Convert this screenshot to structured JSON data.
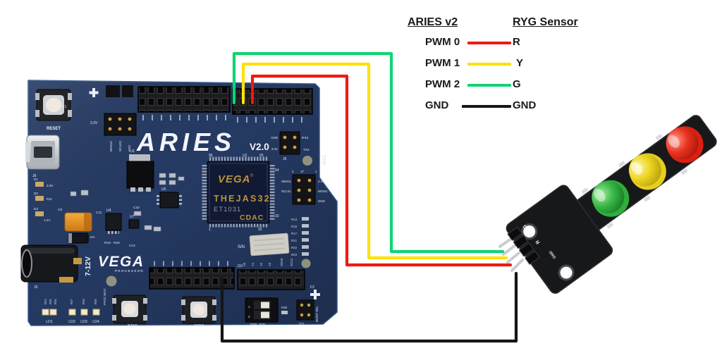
{
  "colors": {
    "background": "#ffffff",
    "pcb_navy": "#253a63",
    "header_black": "#1b1b1e",
    "silkscreen": "#e8eef8",
    "chip_gold": "#bb923c",
    "sensor_pcb": "#17181a"
  },
  "legend": {
    "left_header": "ARIES v2",
    "right_header": "RYG Sensor",
    "rows": [
      {
        "left": "PWM 0",
        "right": "R",
        "color": "#f01912"
      },
      {
        "left": "PWM 1",
        "right": "Y",
        "color": "#ffe10a"
      },
      {
        "left": "PWM 2",
        "right": "G",
        "color": "#0fd474"
      },
      {
        "left": "GND",
        "right": "GND",
        "color": "#161616"
      }
    ]
  },
  "wires": [
    {
      "signal": "PWM 0",
      "connects_to": "R",
      "color": "#f01912"
    },
    {
      "signal": "PWM 1",
      "connects_to": "Y",
      "color": "#ffe10a"
    },
    {
      "signal": "PWM 2",
      "connects_to": "G",
      "color": "#0fd474"
    },
    {
      "signal": "GND",
      "connects_to": "GND",
      "color": "#161616"
    }
  ],
  "board": {
    "logo": "ARIES",
    "logo_version": "V2.0",
    "vega_logo": "VEGA",
    "vega_logo_sub": "PROCESSOR",
    "power_label": "7-12V",
    "chip": {
      "ref": "U2",
      "brand": "VEGA",
      "reg": "®",
      "name": "THEJAS32",
      "part": "ET1031",
      "maker": "CDAC",
      "pin_96": "96",
      "pin_65": "65",
      "pin_64": "64",
      "pin_33": "33",
      "pin_1": "1",
      "pin_32": "32"
    },
    "labels": {
      "reset": "RESET",
      "f1": "F1",
      "f2": "F2",
      "miso2": "MISO2",
      "sclk2": "SCLK2",
      "ss2": "SS2",
      "j1_v33": "3.3V",
      "u1": "U1",
      "u4": "U4",
      "u5": "U5",
      "u7": "U7",
      "c9": "C9",
      "c10": "C10",
      "c11": "C11",
      "c12": "C12",
      "d4": "D4",
      "r19": "R19",
      "r20": "R20",
      "d1": "D1",
      "d2": "D2",
      "d3": "D3",
      "d1_v": "3.3V",
      "d2_r": "R11",
      "d3_v": "1.2V",
      "j8": "J8",
      "j9": "J9",
      "j5": "J5",
      "rx2": "RX2",
      "tx2": "TX2",
      "j5_gnd": "GND",
      "j5_v33": "3.3V",
      "top": "TOP",
      "j7": "J7",
      "j7_pin2": "2",
      "j7_pin1": "1",
      "miso1": "MISO1",
      "sclk1": "SCLK1",
      "mosi1": "MOSI1",
      "j7_v33": "3.3V",
      "j7_gnd": "GND",
      "sn": "S/N",
      "j10": "J10",
      "sda0": "SDA0",
      "scl0": "SCL0",
      "dip_sw": "DIP_SW",
      "dip_1": "1",
      "dip_2": "2",
      "r30": "R30",
      "j12": "J12",
      "boot_sel": "BOOT SEL",
      "ld1": "LD1",
      "ld2": "LD2",
      "ld3": "LD3",
      "ld4": "LD4",
      "btn0": "BTN0",
      "btn1": "BTN1",
      "proc_beat": "PROC BEAT"
    },
    "r_column": [
      "R13",
      "R16",
      "R17",
      "R21",
      "R22",
      "R23"
    ],
    "r_bottom": [
      "R24",
      "R25",
      "R26",
      "R27",
      "R28",
      "R29"
    ],
    "a_labels": [
      "A0",
      "A1",
      "A2",
      "A3"
    ]
  },
  "sensor": {
    "pin_labels": {
      "g": "G",
      "y": "Y",
      "r": "R",
      "gnd": "GND"
    },
    "leds": [
      {
        "name": "green",
        "color": "#2fae3e"
      },
      {
        "name": "yellow",
        "color": "#e6cf1d"
      },
      {
        "name": "red",
        "color": "#de1f10"
      }
    ]
  }
}
